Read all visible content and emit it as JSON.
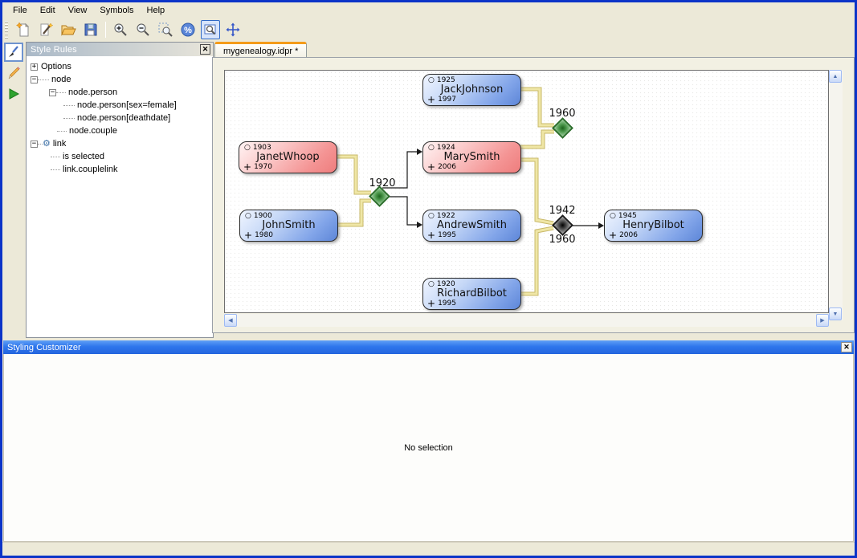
{
  "menu": {
    "items": [
      "File",
      "Edit",
      "View",
      "Symbols",
      "Help"
    ]
  },
  "toolbar": {
    "buttons": [
      {
        "name": "new-document"
      },
      {
        "name": "edit-wand"
      },
      {
        "name": "open-file"
      },
      {
        "name": "save"
      },
      {
        "name": "zoom-in"
      },
      {
        "name": "zoom-out"
      },
      {
        "name": "zoom-area"
      },
      {
        "name": "zoom-percent",
        "label": "%"
      },
      {
        "name": "overview",
        "pressed": true
      },
      {
        "name": "pan"
      }
    ]
  },
  "side_toolbar": {
    "buttons": [
      {
        "name": "style-brush",
        "selected": true
      },
      {
        "name": "edit-pencil"
      },
      {
        "name": "run"
      }
    ]
  },
  "style_rules": {
    "title": "Style Rules",
    "close_icon": "✕",
    "items": [
      {
        "label": "Options",
        "expander": "+",
        "depth": 0
      },
      {
        "label": "node",
        "expander": "−",
        "depth": 0
      },
      {
        "label": "node.person",
        "expander": "−",
        "depth": 1
      },
      {
        "label": "node.person[sex=female]",
        "expander": "",
        "depth": 2
      },
      {
        "label": "node.person[deathdate]",
        "expander": "",
        "depth": 2
      },
      {
        "label": "node.couple",
        "expander": "",
        "depth": 1
      },
      {
        "label": "link",
        "expander": "−",
        "depth": 0,
        "icon": "gear"
      },
      {
        "label": "is selected",
        "expander": "",
        "depth": 1
      },
      {
        "label": "link.couplelink",
        "expander": "",
        "depth": 1
      }
    ],
    "icons": {
      "gear": "⚙"
    }
  },
  "editor": {
    "tab_label": "mygenealogy.idpr *"
  },
  "genealogy": {
    "symbols": {
      "birth": "○",
      "death": "+"
    },
    "persons": [
      {
        "name": "JackJohnson",
        "birth": "1925",
        "death": "1997",
        "style": "male"
      },
      {
        "name": "JanetWhoop",
        "birth": "1903",
        "death": "1970",
        "style": "female"
      },
      {
        "name": "MarySmith",
        "birth": "1924",
        "death": "2006",
        "style": "female"
      },
      {
        "name": "JohnSmith",
        "birth": "1900",
        "death": "1980",
        "style": "male"
      },
      {
        "name": "AndrewSmith",
        "birth": "1922",
        "death": "1995",
        "style": "male"
      },
      {
        "name": "RichardBilbot",
        "birth": "1920",
        "death": "1995",
        "style": "male"
      },
      {
        "name": "HenryBilbot",
        "birth": "1945",
        "death": "2006",
        "style": "male"
      }
    ],
    "marriages": [
      {
        "year": "1920",
        "style": "green"
      },
      {
        "year": "1960",
        "style": "green"
      },
      {
        "year": "1942",
        "year2": "1960",
        "style": "dark"
      }
    ],
    "colors": {
      "male_node": "#5d86d8",
      "female_node": "#ee7d7d",
      "couple_link": "#efe6a6",
      "child_link": "#1a1a1a",
      "green_diamond": "#4e9a4e",
      "dark_diamond": "#585858"
    }
  },
  "customizer": {
    "title": "Styling Customizer",
    "close_icon": "✕",
    "message": "No selection"
  },
  "ui_colors": {
    "window_border": "#0c34c8",
    "panel_bg": "#ece9d8",
    "tab_accent": "#f49b19",
    "customizer_titlebar": "#2e76ec"
  }
}
